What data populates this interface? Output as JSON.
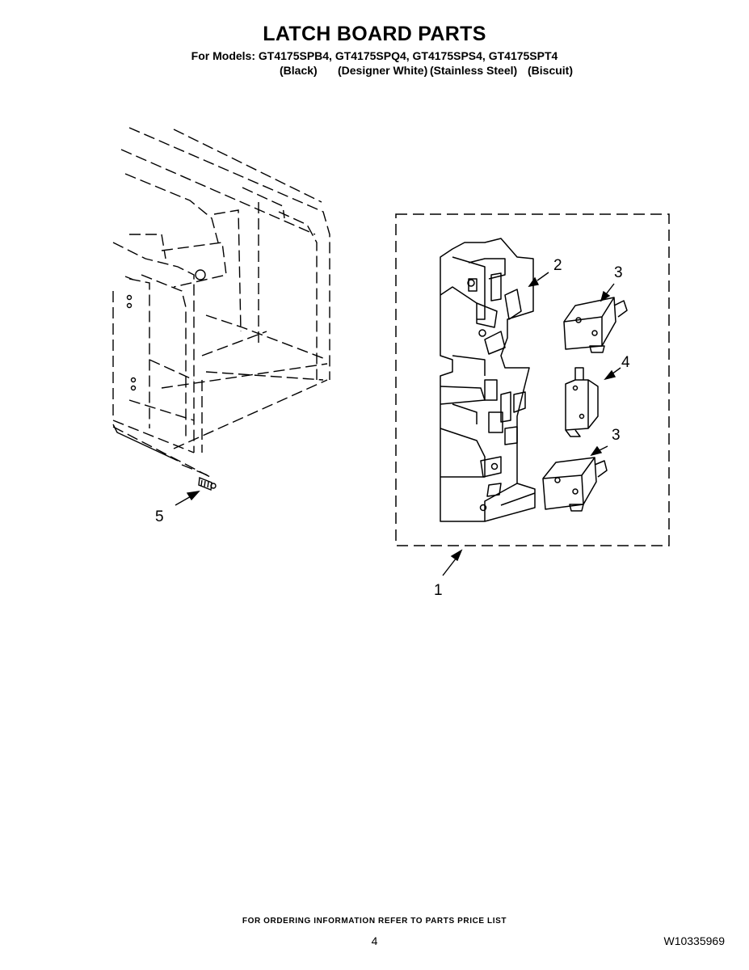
{
  "header": {
    "title": "LATCH BOARD PARTS",
    "models_line": "For Models: GT4175SPB4, GT4175SPQ4, GT4175SPS4, GT4175SPT4",
    "colors": [
      "(Black)",
      "(Designer White)",
      "(Stainless Steel)",
      "(Biscuit)"
    ]
  },
  "diagram": {
    "callouts": [
      "1",
      "2",
      "3",
      "3",
      "4",
      "5"
    ]
  },
  "footer": {
    "ordering_note": "FOR ORDERING INFORMATION REFER TO PARTS PRICE LIST",
    "page_number": "4",
    "document_id": "W10335969"
  }
}
